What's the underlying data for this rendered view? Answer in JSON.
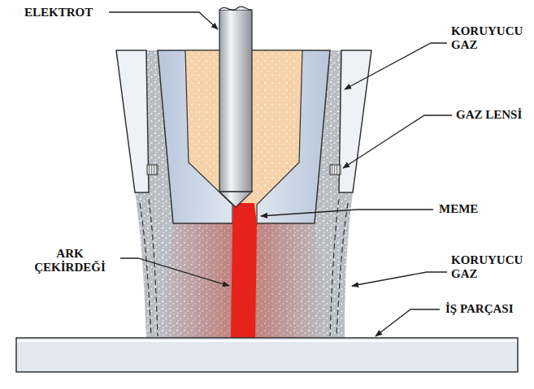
{
  "diagram": {
    "labels": [
      "ELEKTROT",
      "KORUYUCU GAZ",
      "GAZ LENSİ",
      "MEME",
      "ARK ÇEKİRDEĞİ",
      "KORUYUCU GAZ",
      "İŞ PARÇASI"
    ]
  }
}
